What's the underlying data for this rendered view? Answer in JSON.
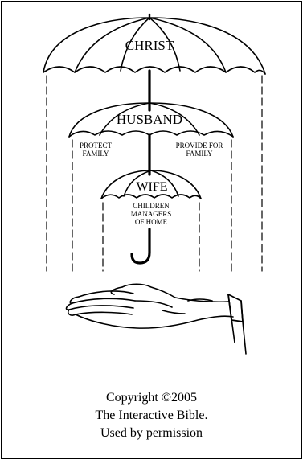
{
  "diagram": {
    "outer_umbrella": {
      "label": "CHRIST"
    },
    "middle_umbrella": {
      "label": "HUSBAND",
      "left_note": [
        "PROTECT",
        "FAMILY"
      ],
      "right_note": [
        "PROVIDE FOR",
        "FAMILY"
      ]
    },
    "inner_umbrella": {
      "label": "WIFE",
      "note": [
        "CHILDREN",
        "MANAGERS",
        "OF HOME"
      ]
    }
  },
  "credit": {
    "line1": "Copyright ©2005",
    "line2": "The Interactive Bible.",
    "line3": "Used by permission"
  },
  "colors": {
    "ink": "#000000",
    "background": "#ffffff"
  }
}
